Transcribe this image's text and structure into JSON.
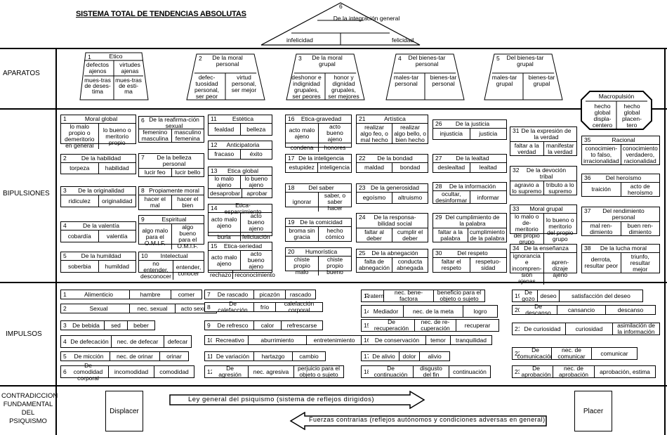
{
  "title": "SISTEMA TOTAL DE TENDENCIAS ABSOLUTAS",
  "sections": {
    "aparatos": "APARATOS",
    "bipulsiones": "BIPULSIONES",
    "impulsos": "IMPULSOS",
    "contradiccion": [
      "CONTRADICCION",
      "FUNDAMENTAL",
      "DEL",
      "PSIQUISMO"
    ]
  },
  "top": {
    "num": "6",
    "title": "De la integración general",
    "left": "infelicidad",
    "right": "felicidad"
  },
  "aparatos": [
    {
      "num": "1",
      "title": "Etico",
      "a1": "defectos ajenos",
      "a2": "virtudes ajenas",
      "b1": "mues-tras de deses-tima",
      "b2": "mues-tras de esti-ma"
    },
    {
      "num": "2",
      "title": "De la moral personal",
      "a1": "defec-tuosidad personal, ser peor",
      "a2": "virtud personal, ser mejor"
    },
    {
      "num": "3",
      "title": "De la moral grupal",
      "a1": "deshonor e indignidad grupales, ser peores",
      "a2": "honor y dignidad grupales, ser mejores"
    },
    {
      "num": "4",
      "title": "Del bienes-tar personal",
      "a1": "males-tar personal",
      "a2": "bienes-tar personal"
    },
    {
      "num": "5",
      "title": "Del bienes-tar grupal",
      "a1": "males-tar grupal",
      "a2": "bienes-tar grupal"
    }
  ],
  "macro": {
    "title": "Macropulsión",
    "a": "hecho global displa-centero",
    "b": "hecho global placen-tero"
  },
  "bip": [
    {
      "n": "1",
      "t": "Moral global",
      "a": "lo malo propio o demeritorio en general",
      "b": "lo bueno o meritorio propio"
    },
    {
      "n": "2",
      "t": "De la habilidad",
      "a": "torpeza",
      "b": "habilidad"
    },
    {
      "n": "3",
      "t": "De la originalidad",
      "a": "ridiculez",
      "b": "originalidad"
    },
    {
      "n": "4",
      "t": "De la valentía",
      "a": "cobardía",
      "b": "valentía"
    },
    {
      "n": "5",
      "t": "De la humildad",
      "a": "soberbia",
      "b": "humildad"
    },
    {
      "n": "6",
      "t": "De la reafirma-ción sexual",
      "a": "femenino masculina",
      "b": "masculino femenina"
    },
    {
      "n": "7",
      "t": "De la belleza personal",
      "a": "lucir feo",
      "b": "lucir bello"
    },
    {
      "n": "8",
      "t": "Propiamente moral",
      "a": "hacer el mal",
      "b": "hacer el bien"
    },
    {
      "n": "9",
      "t": "Espiritual",
      "a": "algo malo para el O.M.I.F.",
      "b": "algo bueno para el O.M.I.F."
    },
    {
      "n": "10",
      "t": "Intelectual",
      "a": "no entender, desconocer",
      "b": "entender, conocer"
    },
    {
      "n": "11",
      "t": "Estética",
      "a": "fealdad",
      "b": "belleza"
    },
    {
      "n": "12",
      "t": "Anticipatoria",
      "a": "fracaso",
      "b": "éxito"
    },
    {
      "n": "13",
      "t": "Etica global",
      "a": "lo malo ajeno",
      "b": "lo bueno ajeno",
      "c": "desaprobar",
      "d": "aprobar"
    },
    {
      "n": "14",
      "t": "Etica-esparcimiento",
      "a": "acto malo ajeno",
      "b": "acto bueno ajeno",
      "c": "burla",
      "d": "felicitación"
    },
    {
      "n": "15",
      "t": "Etica-seriedad",
      "a": "acto malo ajeno",
      "b": "acto bueno ajeno",
      "c": "rechazo",
      "d": "reconocimiento"
    },
    {
      "n": "16",
      "t": "Etica-gravedad",
      "a": "acto malo ajeno",
      "b": "acto bueno ajeno",
      "c": "condena",
      "d": "honores"
    },
    {
      "n": "17",
      "t": "De la inteligencia",
      "a": "estupidez",
      "b": "inteligencia"
    },
    {
      "n": "18",
      "t": "Del saber",
      "a": "ignorar",
      "b": "saber, o saber hacer"
    },
    {
      "n": "19",
      "t": "De la comicidad",
      "a": "broma sin gracia",
      "b": "hecho cómico"
    },
    {
      "n": "20",
      "t": "Humorística",
      "a": "chiste propio malo",
      "b": "chiste propio bueno"
    },
    {
      "n": "21",
      "t": "Artística",
      "a": "realizar algo feo, o mal hecho",
      "b": "realizar algo bello, o bien hecho"
    },
    {
      "n": "22",
      "t": "De la bondad",
      "a": "maldad",
      "b": "bondad"
    },
    {
      "n": "23",
      "t": "De la generosidad",
      "a": "egoísmo",
      "b": "altruismo"
    },
    {
      "n": "24",
      "t": "De la responsa-bilidad social",
      "a": "faltar al deber",
      "b": "cumplir el deber"
    },
    {
      "n": "25",
      "t": "De la abnegación",
      "a": "falta de abnegación",
      "b": "conducta abnegada"
    },
    {
      "n": "26",
      "t": "De la justicia",
      "a": "injusticia",
      "b": "justicia"
    },
    {
      "n": "27",
      "t": "De la lealtad",
      "a": "deslealtad",
      "b": "lealtad"
    },
    {
      "n": "28",
      "t": "De la información",
      "a": "ocultar, desinformar",
      "b": "informar"
    },
    {
      "n": "29",
      "t": "Del cumplimiento de la palabra",
      "a": "faltar a la palabra",
      "b": "cumplimiento de la palabra"
    },
    {
      "n": "30",
      "t": "Del respeto",
      "a": "faltar el respeto",
      "b": "respetuo-sidad"
    },
    {
      "n": "31",
      "t": "De la expresión de la verdad",
      "a": "faltar a la verdad",
      "b": "manifestar la verdad"
    },
    {
      "n": "32",
      "t": "De la devoción tribal",
      "a": "agravio a lo supremo",
      "b": "tributo a lo supremo"
    },
    {
      "n": "33",
      "t": "Moral grupal",
      "a": "lo malo o de-meritorio del propio grupo",
      "b": "lo bueno o meritorio del propio grupo"
    },
    {
      "n": "34",
      "t": "De la enseñanza",
      "a": "ignorancia e incompren-sión ajenas",
      "b": "apren-dizaje ajeno"
    },
    {
      "n": "35",
      "t": "Racional",
      "a": "conocimien-to falso, irracionalidad",
      "b": "conocimiento verdadero, racionalidad"
    },
    {
      "n": "36",
      "t": "Del heroísmo",
      "a": "traición",
      "b": "acto de heroísmo"
    },
    {
      "n": "37",
      "t": "Del rendimiento personal",
      "a": "mal ren-dimiento",
      "b": "buen ren-dimiento"
    },
    {
      "n": "38",
      "t": "De la lucha moral",
      "a": "derrota, resultar peor",
      "b": "triunfo, resultar mejor"
    }
  ],
  "imp": [
    {
      "n": "1",
      "t": "Alimenticio",
      "a": "hambre",
      "b": "comer"
    },
    {
      "n": "2",
      "t": "Sexual",
      "a": "nec. sexual",
      "b": "acto sexual"
    },
    {
      "n": "3",
      "t": "De bebida",
      "a": "sed",
      "b": "beber"
    },
    {
      "n": "4",
      "t": "De defecación",
      "a": "nec. de defecar",
      "b": "defecar"
    },
    {
      "n": "5",
      "t": "De micción",
      "a": "nec. de orinar",
      "b": "orinar"
    },
    {
      "n": "6",
      "t": "De comodidad corporal",
      "a": "incomodidad",
      "b": "comodidad"
    },
    {
      "n": "7",
      "t": "De rascado",
      "a": "picazón",
      "b": "rascado"
    },
    {
      "n": "8",
      "t": "De calefacción",
      "a": "frío",
      "b": "calefacción corporal"
    },
    {
      "n": "9",
      "t": "De refresco",
      "a": "calor",
      "b": "refrescarse"
    },
    {
      "n": "10",
      "t": "Recreativo",
      "a": "aburrimiento",
      "b": "entretenimiento"
    },
    {
      "n": "11",
      "t": "De variación",
      "a": "hartazgo",
      "b": "cambio"
    },
    {
      "n": "12",
      "t": "De agresión",
      "a": "nec. agresiva",
      "b": "perjuicio para el objeto o sujeto"
    },
    {
      "n": "13",
      "t": "Fraterno",
      "a": "nec. bene-factora",
      "b": "beneficio para el objeto o sujeto"
    },
    {
      "n": "14",
      "t": "Mediador",
      "a": "nec. de la meta",
      "b": "logro"
    },
    {
      "n": "15",
      "t": "De recuperación",
      "a": "nec. de re-cuperación",
      "b": "recuperar"
    },
    {
      "n": "16",
      "t": "De conservación",
      "a": "temor",
      "b": "tranquilidad"
    },
    {
      "n": "17",
      "t": "De alivio",
      "a": "dolor",
      "b": "alivio"
    },
    {
      "n": "18",
      "t": "De continuación",
      "a": "disgusto del fin",
      "b": "continuación"
    },
    {
      "n": "19",
      "t": "De gozo",
      "a": "deseo",
      "b": "satisfacción del deseo"
    },
    {
      "n": "20",
      "t": "De descanso",
      "a": "cansancio",
      "b": "descanso"
    },
    {
      "n": "21",
      "t": "De curiosidad",
      "a": "curiosidad",
      "b": "asimilación de la información"
    },
    {
      "n": "22",
      "t": "De comunicación",
      "a": "nec. de comunicar",
      "b": "comunicar"
    },
    {
      "n": "23",
      "t": "De aprobación",
      "a": "nec. de aprobación",
      "b": "aprobación, estima"
    }
  ],
  "contra": {
    "left": "Displacer",
    "right": "Placer",
    "ley": "Ley general del psiquismo (sistema de reflejos dirigidos)",
    "fuerzas": "Fuerzas contrarias (reflejos autónomos y condiciones adversas en general)"
  }
}
